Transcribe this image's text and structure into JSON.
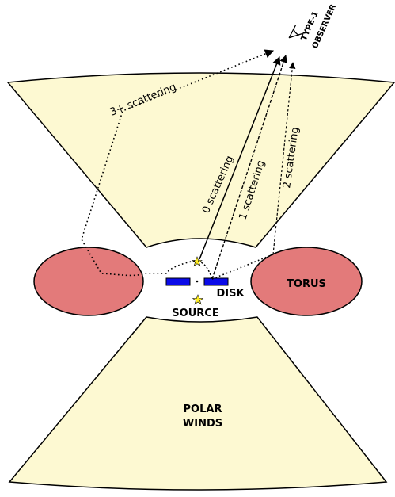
{
  "colors": {
    "wind_fill": "#fdf9d2",
    "torus_fill": "#e37a7a",
    "disk_fill": "#0b0be8",
    "source_star": "#ffee22",
    "stroke": "#000000"
  },
  "labels": {
    "observer_line1": "TYPE-1",
    "observer_line2": "OBSERVER",
    "scatter0": "0 scattering",
    "scatter1": "1 scattering",
    "scatter2": "2 scattering",
    "scatter3": "3+ scattering",
    "torus": "TORUS",
    "disk": "DISK",
    "source": "SOURCE",
    "winds_line1": "POLAR",
    "winds_line2": "WINDS"
  },
  "icons": {
    "observer": "eye-icon",
    "source": "star-icon"
  }
}
